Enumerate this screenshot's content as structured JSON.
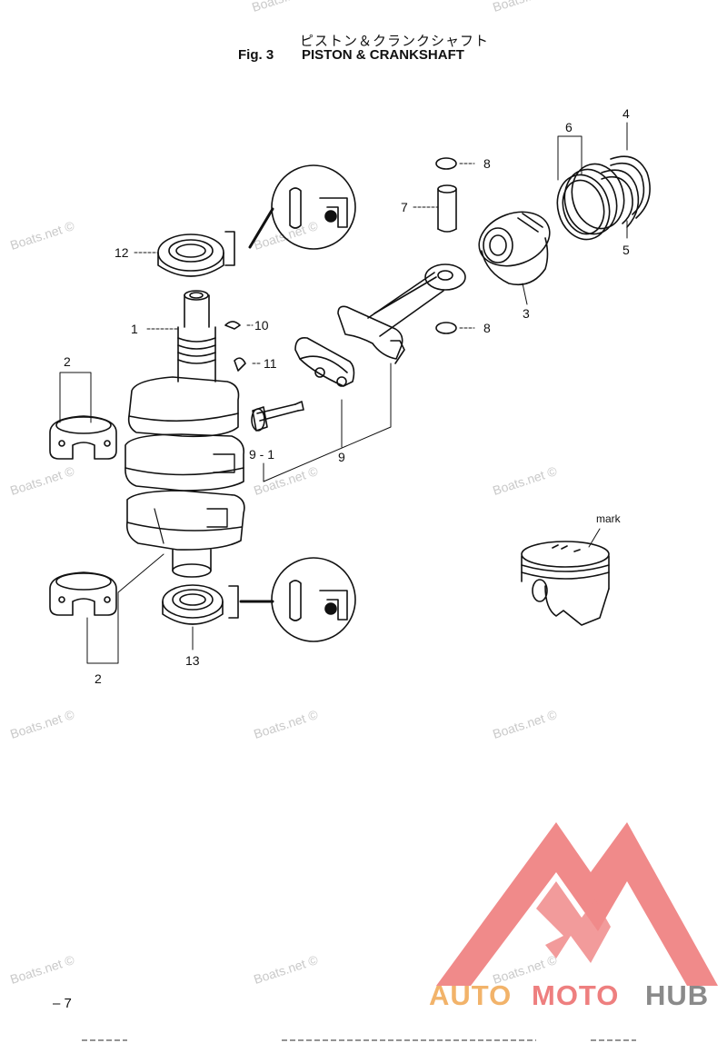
{
  "header": {
    "title_jp": "ピストン＆クランクシャフト",
    "fig_label": "Fig. 3",
    "title_en": "PISTON & CRANKSHAFT"
  },
  "watermark": "Boats.net ©",
  "callouts": {
    "c1": "1",
    "c2a": "2",
    "c2b": "2",
    "c3": "3",
    "c4": "4",
    "c5": "5",
    "c6": "6",
    "c7": "7",
    "c8a": "8",
    "c8b": "8",
    "c9": "9",
    "c9_1": "9 - 1",
    "c10": "10",
    "c11": "11",
    "c12": "12",
    "c13": "13",
    "mark": "mark"
  },
  "page_number": "– 7",
  "logo": {
    "part1": "AUTO",
    "part2": "MOTO",
    "part3": "HUB",
    "colors": {
      "triangle": "#f08a8a",
      "auto": "#f2b36a",
      "moto": "#ee7f7f",
      "hub": "#8a8a8a"
    }
  }
}
